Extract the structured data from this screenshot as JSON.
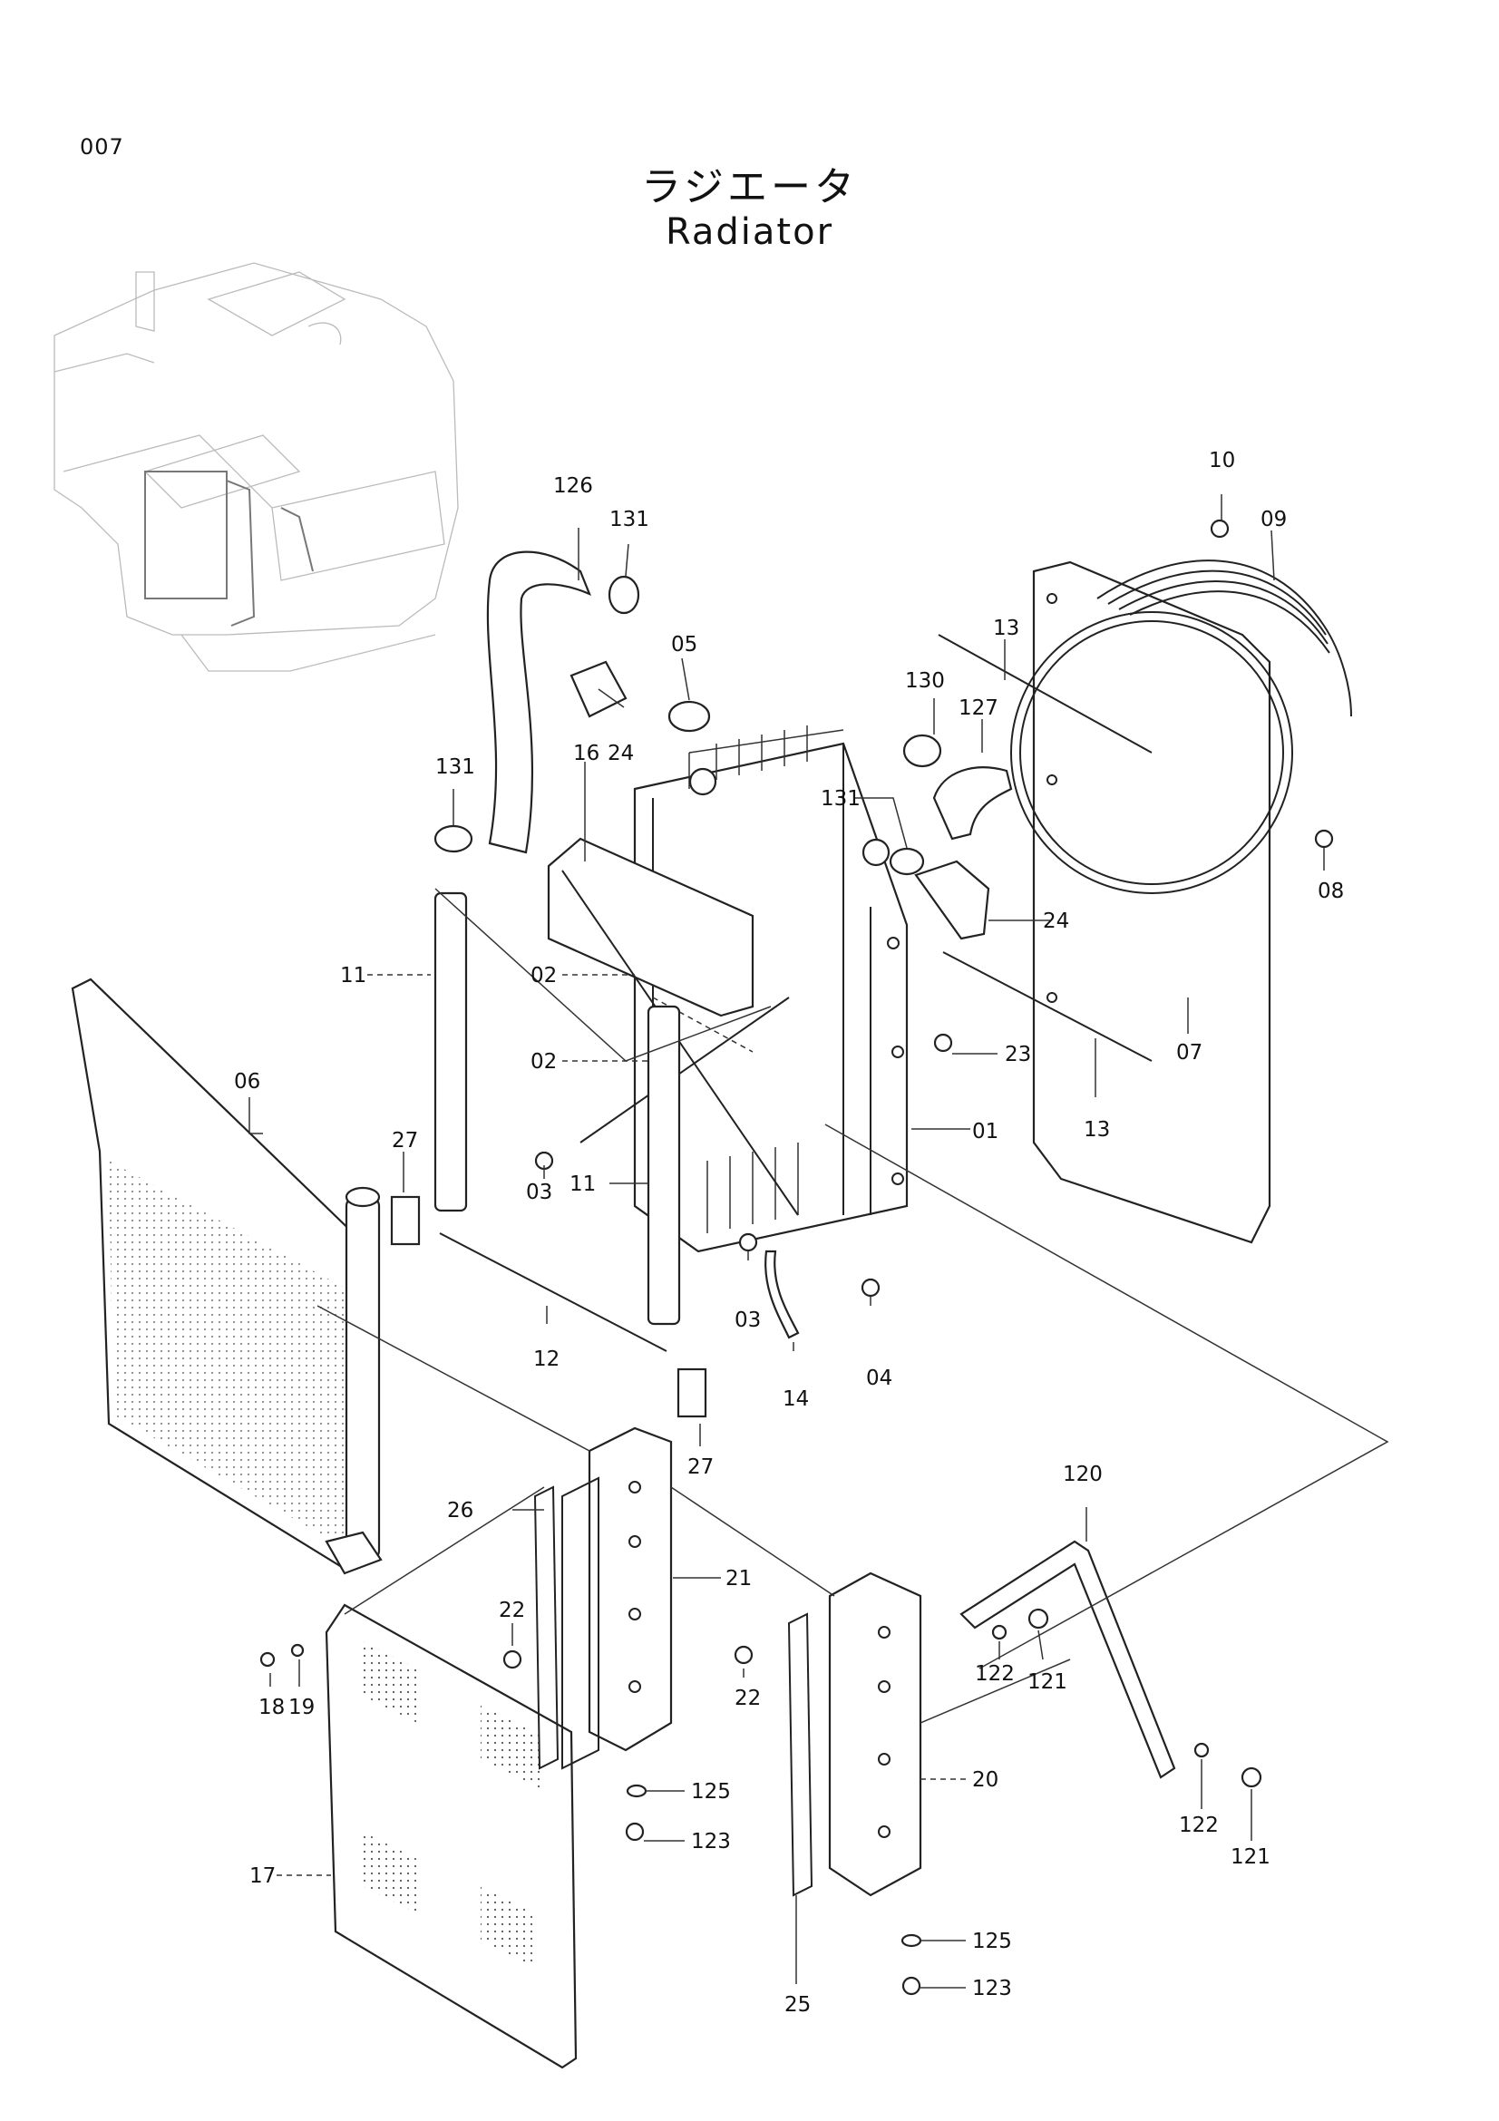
{
  "page": {
    "code": "007",
    "title_jp": "ラジエータ",
    "title_en": "Radiator"
  },
  "callouts": [
    "01",
    "02",
    "02",
    "03",
    "03",
    "04",
    "05",
    "06",
    "07",
    "08",
    "09",
    "10",
    "11",
    "11",
    "12",
    "13",
    "13",
    "14",
    "16",
    "17",
    "18",
    "19",
    "20",
    "21",
    "22",
    "22",
    "23",
    "24",
    "24",
    "25",
    "26",
    "27",
    "27",
    "120",
    "121",
    "121",
    "122",
    "122",
    "123",
    "123",
    "125",
    "125",
    "126",
    "127",
    "130",
    "131",
    "131",
    "131"
  ],
  "colors": {
    "ink": "#222222",
    "background": "#ffffff"
  }
}
